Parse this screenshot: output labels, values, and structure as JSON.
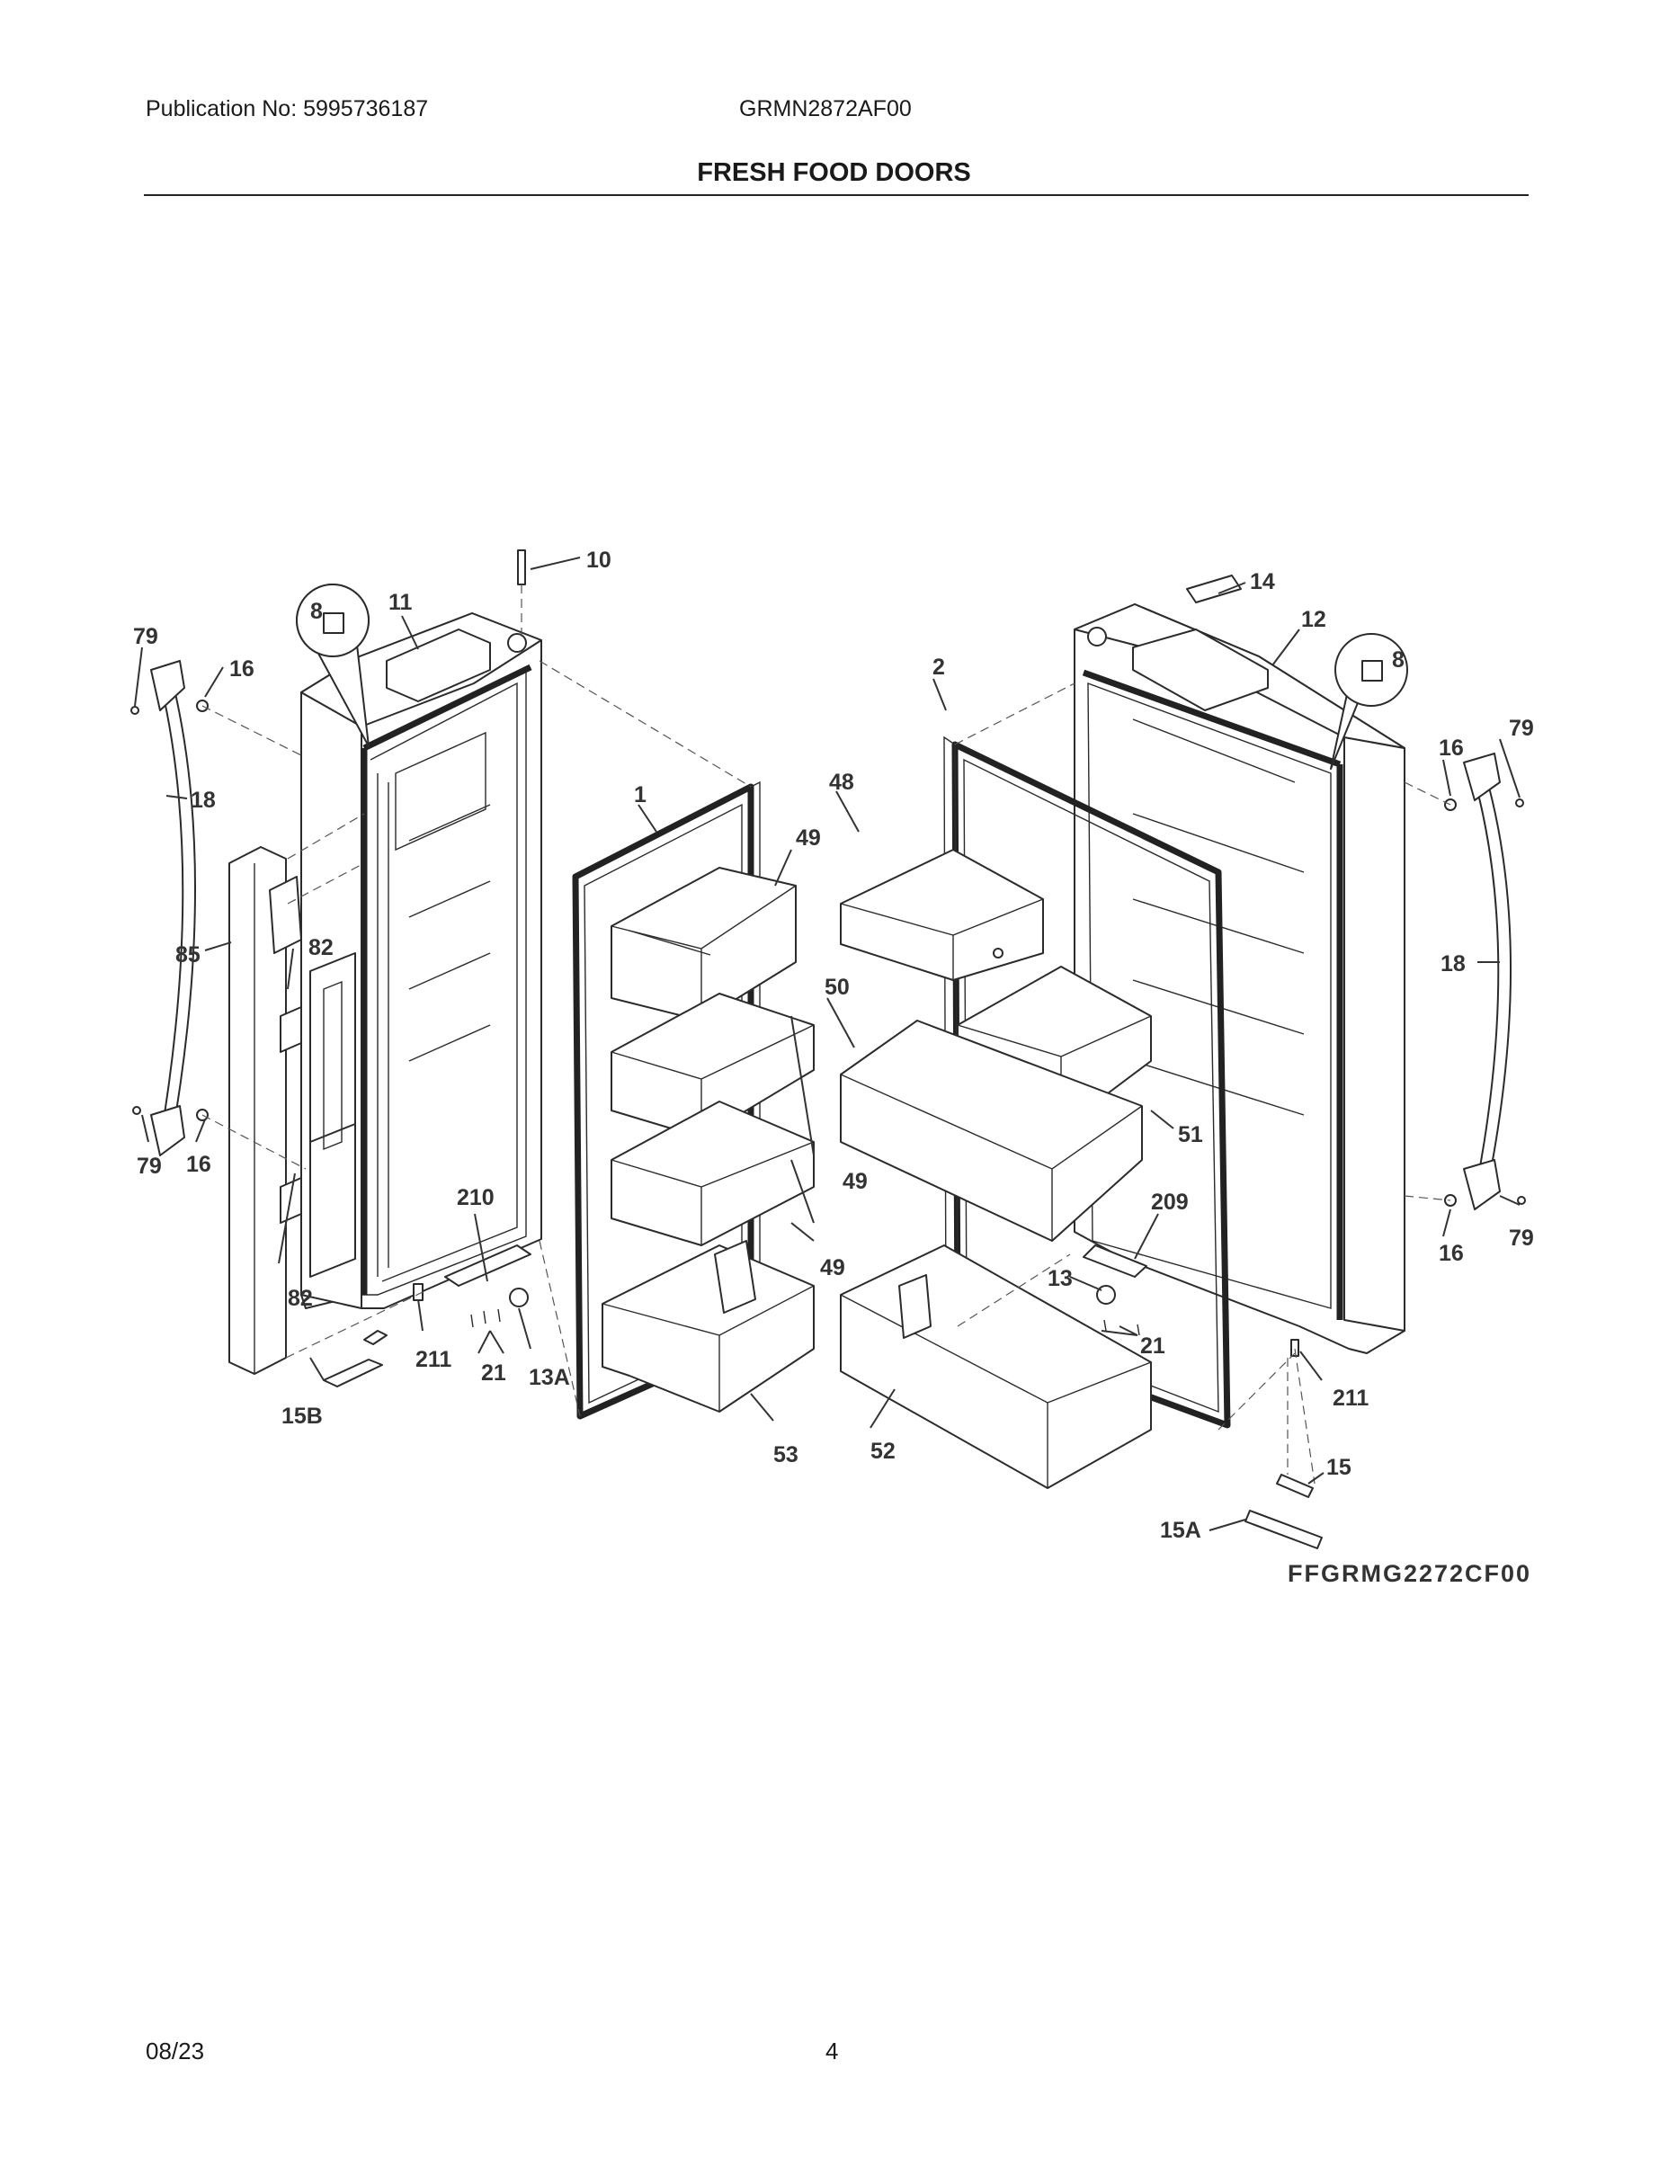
{
  "header": {
    "publication": "Publication No: 5995736187",
    "model": "GRMN2872AF00",
    "title": "FRESH FOOD DOORS"
  },
  "figure_code": "FFGRMG2272CF00",
  "footer": {
    "date": "08/23",
    "page": "4"
  },
  "callouts": {
    "c10": "10",
    "c11": "11",
    "c8a": "8",
    "c79a": "79",
    "c16a": "16",
    "c18a": "18",
    "c85": "85",
    "c82a": "82",
    "c79b": "79",
    "c16b": "16",
    "c82b": "82",
    "c210": "210",
    "c211a": "211",
    "c21a": "21",
    "c13A": "13A",
    "c15B": "15B",
    "c1": "1",
    "c49a": "49",
    "c49b": "49",
    "c49c": "49",
    "c53": "53",
    "c2": "2",
    "c48": "48",
    "c50": "50",
    "c51": "51",
    "c52": "52",
    "c14": "14",
    "c12": "12",
    "c8b": "8",
    "c16c": "16",
    "c79c": "79",
    "c18b": "18",
    "c16d": "16",
    "c79d": "79",
    "c209": "209",
    "c13": "13",
    "c21b": "21",
    "c211b": "211",
    "c15": "15",
    "c15A": "15A"
  }
}
